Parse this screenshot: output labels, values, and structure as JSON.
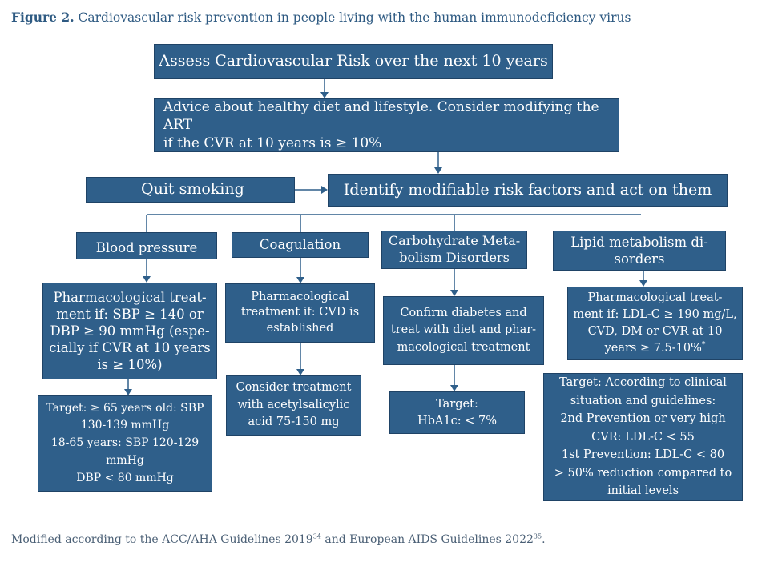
{
  "caption": {
    "label": "Figure 2.",
    "text": "Cardiovascular risk prevention in people living with the human immunodeficiency virus"
  },
  "nodes": {
    "assess": "Assess Cardiovascular Risk over the next 10 years",
    "advice": [
      "Advice about healthy diet and lifestyle. Consider modifying the ART",
      "if the CVR at 10 years is ≥ 10%"
    ],
    "smoking": "Quit smoking",
    "identify": "Identify modifiable risk factors and act on them",
    "bp": "Blood pressure",
    "coag": "Coagulation",
    "carb": [
      "Carbohydrate Meta-",
      "bolism Disorders"
    ],
    "lipid": [
      "Lipid metabolism di-",
      "sorders"
    ],
    "bp_treat": [
      "Pharmacological treat-",
      "ment if: SBP ≥ 140 or",
      "DBP ≥ 90 mmHg (espe-",
      "cially if CVR at 10 years",
      "is ≥ 10%)"
    ],
    "coag_treat": [
      "Pharmacological",
      "treatment if: CVD is",
      "established"
    ],
    "carb_treat": [
      "Confirm diabetes and",
      "treat with diet and phar-",
      "macological treatment"
    ],
    "lipid_treat": [
      "Pharmacological treat-",
      "ment if: LDL-C ≥ 190 mg/L,",
      "CVD, DM or CVR at 10",
      "years ≥ 7.5-10%"
    ],
    "lipid_treat_mark": "*",
    "bp_target": [
      "Target: ≥ 65 years old: SBP",
      "130-139 mmHg",
      "18-65 years: SBP 120-129",
      "mmHg",
      "DBP < 80 mmHg"
    ],
    "coag_target": [
      "Consider treatment",
      "with acetylsalicylic",
      "acid 75-150 mg"
    ],
    "carb_target": [
      "Target:",
      "HbA1c: < 7%"
    ],
    "lipid_target": [
      "Target: According to clinical",
      "situation and guidelines:",
      "2nd Prevention or very high",
      "CVR: LDL-C < 55",
      "1st Prevention: LDL-C < 80",
      "> 50% reduction compared to",
      "initial levels"
    ]
  },
  "footnote": {
    "text_a": "Modified according to the ACC/AHA Guidelines 2019",
    "ref_a": "34",
    "text_b": " and European AIDS Guidelines 2022",
    "ref_b": "35",
    "text_c": "."
  }
}
